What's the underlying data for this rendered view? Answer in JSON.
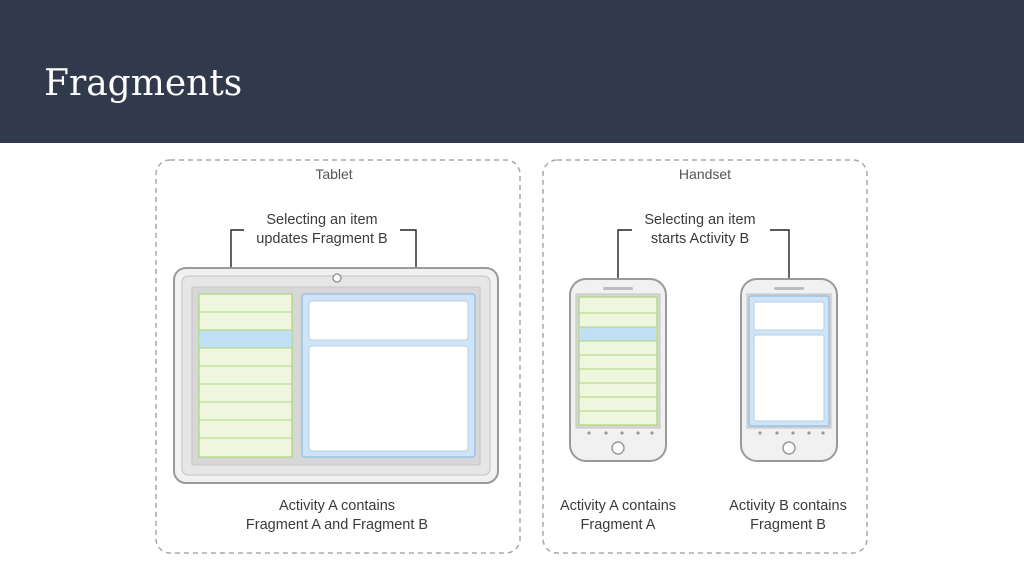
{
  "title": "Fragments",
  "colors": {
    "header_bg": "#313a4d",
    "fragment_a_fill": "#eef7dd",
    "fragment_a_border": "#a9d57a",
    "fragment_b_fill": "#cfe5f7",
    "fragment_b_border": "#8fbbe0",
    "selected_item": "#bfe0f5"
  },
  "diagram": {
    "tablet": {
      "label": "Tablet",
      "callout_line1": "Selecting an item",
      "callout_line2": "updates Fragment B",
      "caption_line1": "Activity A contains",
      "caption_line2": "Fragment A and Fragment B"
    },
    "handset": {
      "label": "Handset",
      "callout_line1": "Selecting an item",
      "callout_line2": "starts Activity B",
      "caption_a_line1": "Activity A contains",
      "caption_a_line2": "Fragment A",
      "caption_b_line1": "Activity B contains",
      "caption_b_line2": "Fragment B"
    }
  }
}
